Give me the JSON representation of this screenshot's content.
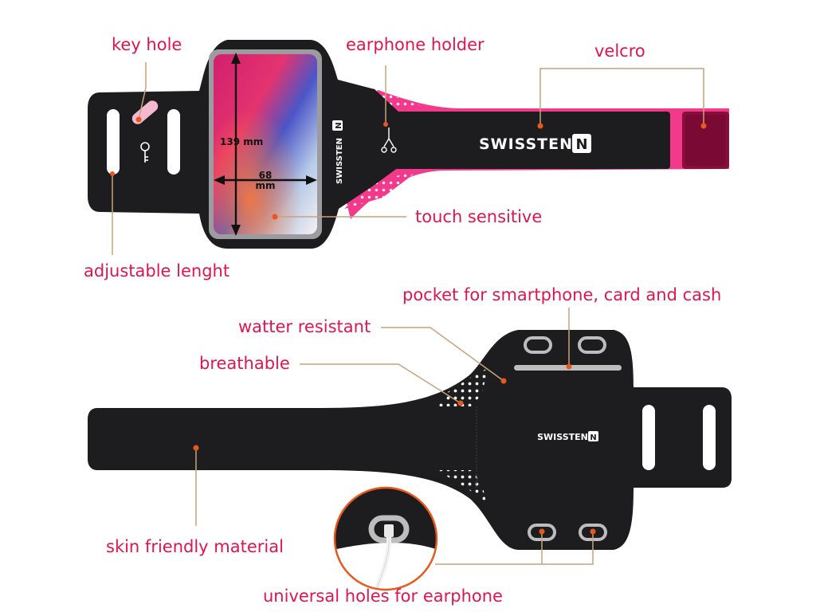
{
  "colors": {
    "label": "#e0154f",
    "leader": "#c9a27d",
    "dot": "#e8581c",
    "band_black": "#1d1d1f",
    "accent_pink": "#f2398a",
    "velcro_pad": "#8a0e3c",
    "hole_grey": "#bdbdbd"
  },
  "brand": {
    "logo_text": "SWISSTEN",
    "logo_mark": "N"
  },
  "dimensions": {
    "height": "139 mm",
    "width_value": "68",
    "width_unit": "mm"
  },
  "labels": {
    "key_hole": "key hole",
    "earphone_holder": "earphone holder",
    "velcro": "velcro",
    "touch_sensitive": "touch sensitive",
    "adjustable_length": "adjustable lenght",
    "pocket": "pocket for smartphone, card and cash",
    "water_resistant": "watter resistant",
    "breathable": "breathable",
    "skin_friendly": "skin friendly material",
    "universal_holes": "universal holes for earphone"
  }
}
